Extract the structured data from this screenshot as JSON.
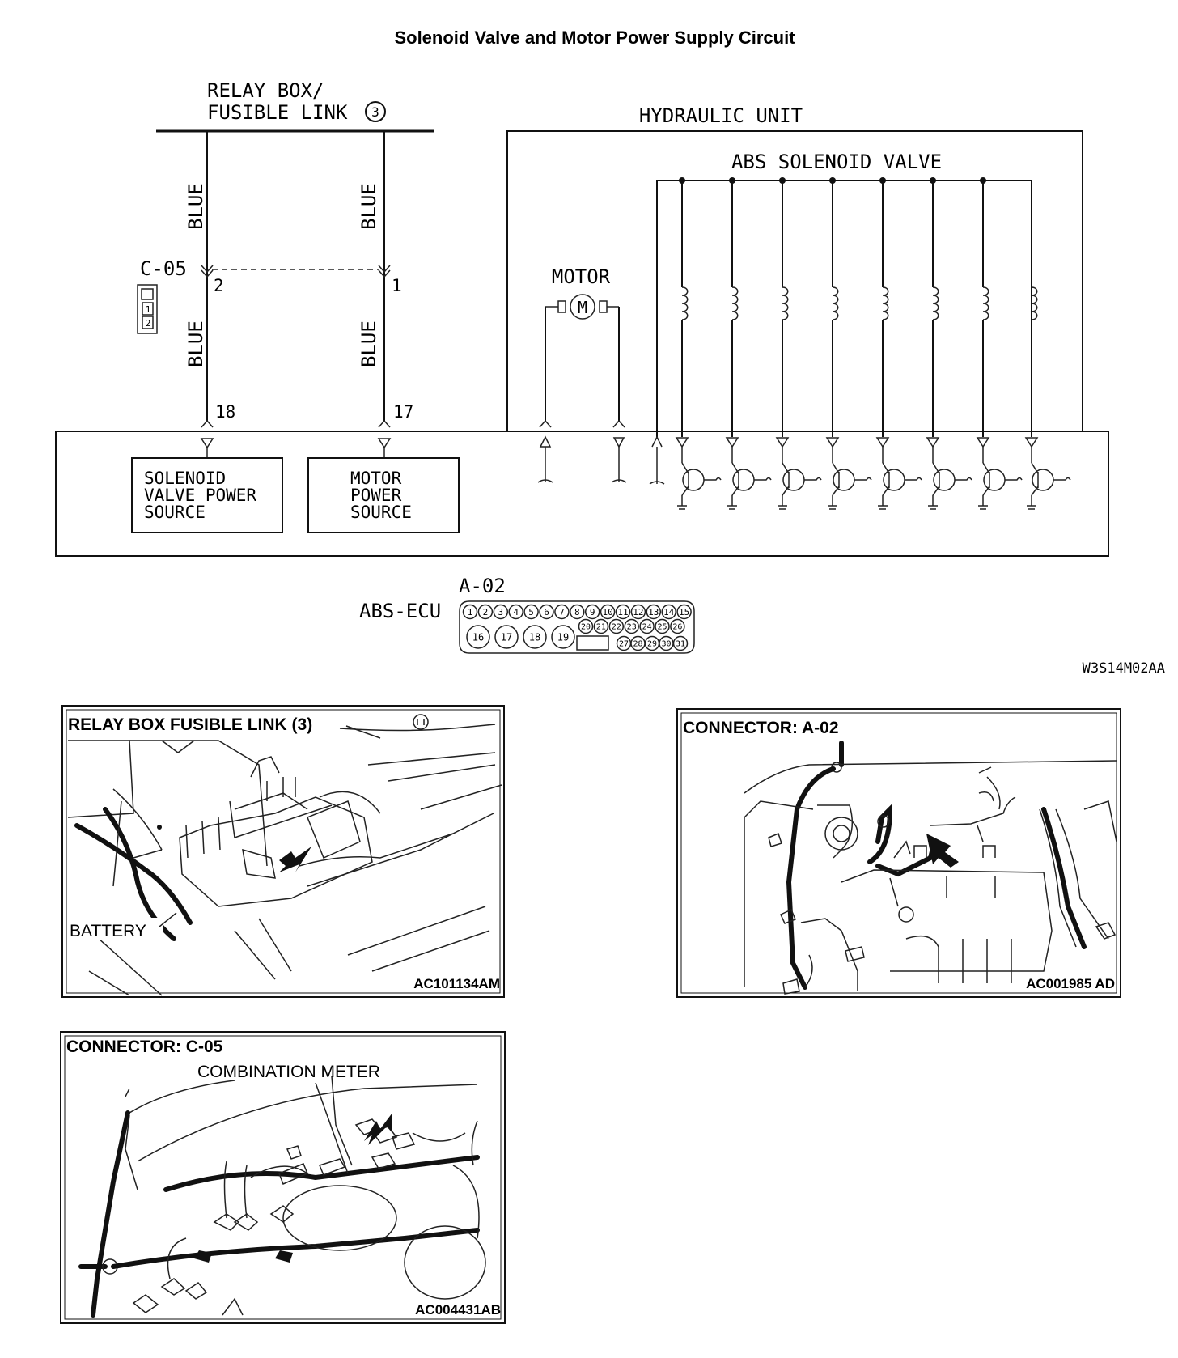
{
  "title": "Solenoid Valve and Motor Power Supply Circuit",
  "relay_box": {
    "line1": "RELAY BOX/",
    "line2": "FUSIBLE LINK",
    "number": "3"
  },
  "wire_color_left_top": "BLUE",
  "wire_color_right_top": "BLUE",
  "wire_color_left_bottom": "BLUE",
  "wire_color_right_bottom": "BLUE",
  "connector_c05": {
    "label": "C-05",
    "pin_left": "2",
    "pin_right": "1",
    "icon_pin_1": "1",
    "icon_pin_2": "2"
  },
  "ecu_pins": {
    "left": "18",
    "right": "17"
  },
  "hydraulic_unit": "HYDRAULIC UNIT",
  "abs_solenoid_valve": "ABS SOLENOID VALVE",
  "motor": {
    "label": "MOTOR",
    "symbol": "M"
  },
  "solenoid_valve_power_source": [
    "SOLENOID",
    "VALVE POWER",
    "SOURCE"
  ],
  "motor_power_source": [
    "MOTOR",
    "POWER",
    "SOURCE"
  ],
  "connector_a02": {
    "label": "A-02",
    "ecu_label": "ABS-ECU",
    "row1": [
      "1",
      "2",
      "3",
      "4",
      "5",
      "6",
      "7",
      "8",
      "9",
      "10",
      "11",
      "12",
      "13",
      "14",
      "15"
    ],
    "row2": [
      "20",
      "21",
      "22",
      "23",
      "24",
      "25",
      "26"
    ],
    "row2_left": [
      "16",
      "17",
      "18",
      "19"
    ],
    "row3": [
      "27",
      "28",
      "29",
      "30",
      "31"
    ]
  },
  "diagram_code": "W3S14M02AA",
  "panel_relay": {
    "title": "RELAY BOX FUSIBLE LINK (3)",
    "label": "BATTERY",
    "code": "AC101134AM"
  },
  "panel_a02": {
    "title": "CONNECTOR: A-02",
    "code": "AC001985 AD"
  },
  "panel_c05": {
    "title": "CONNECTOR: C-05",
    "label": "COMBINATION METER",
    "code": "AC004431AB"
  }
}
